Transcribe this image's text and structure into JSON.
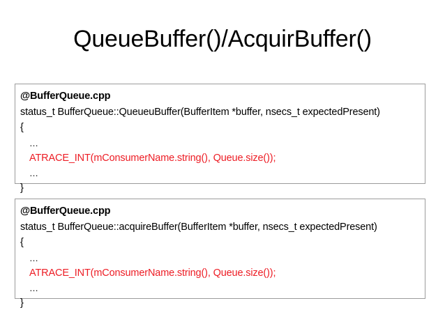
{
  "slide": {
    "title": "QueueBuffer()/AcquirBuffer()",
    "background_color": "#ffffff",
    "accent_color": "#ed1c24",
    "border_color": "#9b9b9b"
  },
  "code_blocks": [
    {
      "id": "queue-buffer",
      "lines": [
        {
          "text": "@BufferQueue.cpp",
          "style": "bold"
        },
        {
          "text": "status_t BufferQueue::QueueuBuffer(BufferItem *buffer, nsecs_t expectedPresent)",
          "style": "plain"
        },
        {
          "text": "{",
          "style": "plain"
        },
        {
          "text": "…",
          "style": "ellipsis"
        },
        {
          "text": "ATRACE_INT(mConsumerName.string(), Queue.size());",
          "style": "red"
        },
        {
          "text": "…",
          "style": "ellipsis"
        },
        {
          "text": "}",
          "style": "plain"
        }
      ]
    },
    {
      "id": "acquire-buffer",
      "lines": [
        {
          "text": "@BufferQueue.cpp",
          "style": "bold"
        },
        {
          "text": "status_t BufferQueue::acquireBuffer(BufferItem *buffer, nsecs_t expectedPresent)",
          "style": "plain"
        },
        {
          "text": "{",
          "style": "plain"
        },
        {
          "text": "…",
          "style": "ellipsis"
        },
        {
          "text": "ATRACE_INT(mConsumerName.string(), Queue.size());",
          "style": "red"
        },
        {
          "text": "…",
          "style": "ellipsis"
        },
        {
          "text": "}",
          "style": "plain"
        }
      ]
    }
  ]
}
